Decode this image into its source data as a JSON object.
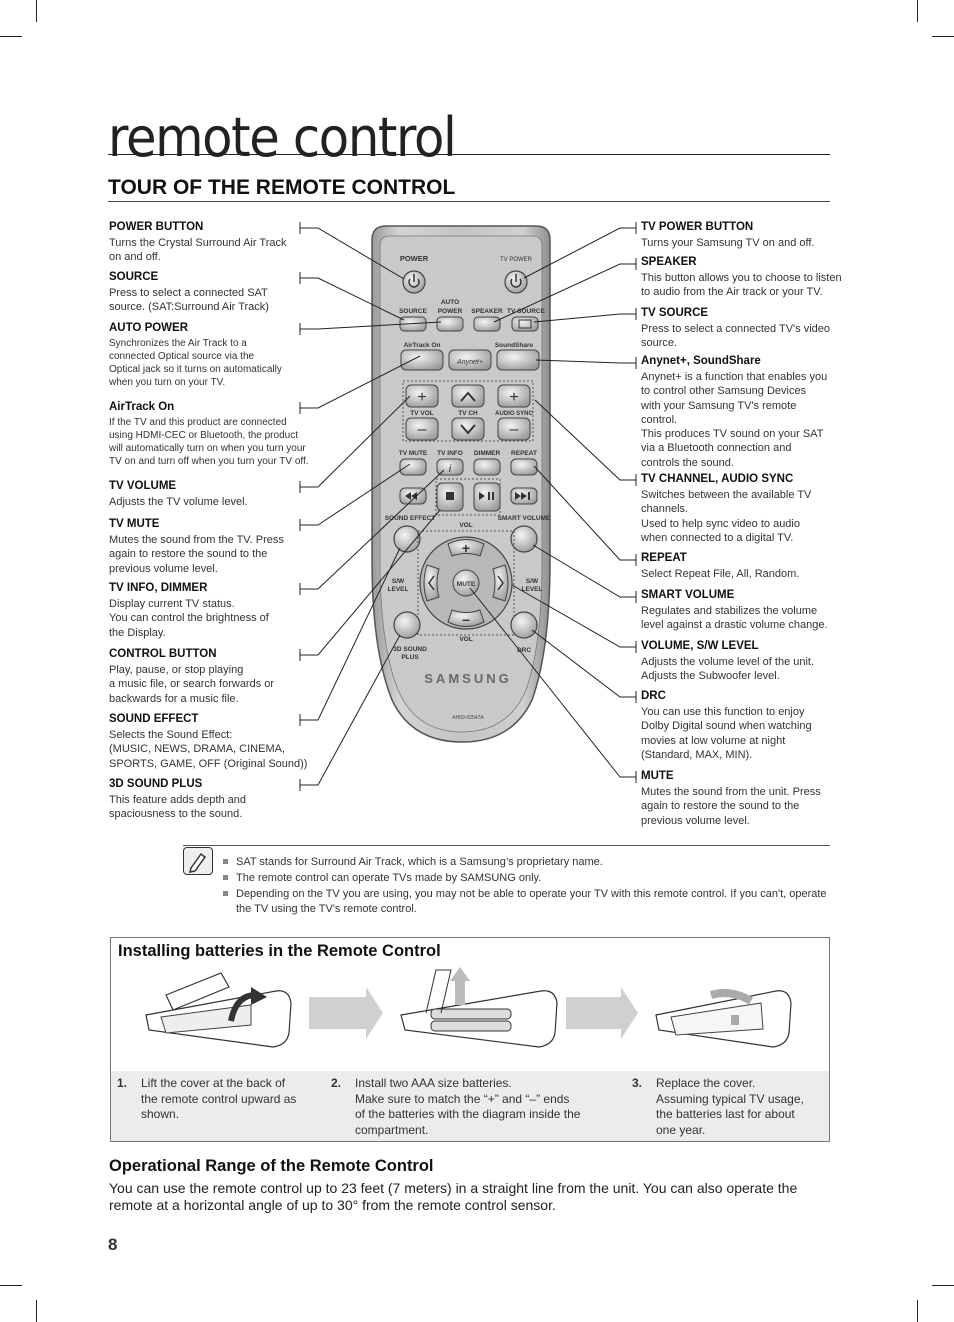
{
  "page": {
    "chapter_title": "remote control",
    "section_title": "TOUR OF THE REMOTE CONTROL",
    "page_number": "8"
  },
  "left_items": [
    {
      "heading": "POWER BUTTON",
      "desc": "Turns the Crystal Surround Air Track\non and off."
    },
    {
      "heading": "SOURCE",
      "desc": "Press to select a connected SAT\nsource. (SAT:Surround Air Track)"
    },
    {
      "heading": "AUTO POWER",
      "desc": "Synchronizes the Air Track to a\nconnected Optical source via the\nOptical jack so it turns on automatically\nwhen you turn on your TV."
    },
    {
      "heading": "AirTrack On",
      "desc": "If the TV and this product are connected\nusing HDMI-CEC or Bluetooth, the product\nwill automatically turn on when you turn your\nTV on and turn off when you turn your TV off."
    },
    {
      "heading": "TV VOLUME",
      "desc": "Adjusts the TV volume level."
    },
    {
      "heading": "TV MUTE",
      "desc": "Mutes the sound from the TV. Press\nagain to restore the sound to the\nprevious volume level."
    },
    {
      "heading": "TV INFO, DIMMER",
      "desc": "Display current TV status.\nYou can control the brightness of\nthe Display."
    },
    {
      "heading": "CONTROL BUTTON",
      "desc": "Play, pause, or stop playing\na music file, or search forwards or\nbackwards for a music file."
    },
    {
      "heading": "SOUND EFFECT",
      "desc": "Selects the Sound Effect:\n(MUSIC, NEWS, DRAMA, CINEMA,\nSPORTS, GAME, OFF (Original Sound))"
    },
    {
      "heading": "3D SOUND PLUS",
      "desc": "This feature adds depth and\nspaciousness to the sound."
    }
  ],
  "right_items": [
    {
      "heading": "TV POWER BUTTON",
      "desc": "Turns your Samsung TV on and off."
    },
    {
      "heading": "SPEAKER",
      "desc": "This button allows you to choose to listen\nto audio from the Air track or your TV."
    },
    {
      "heading": "TV SOURCE",
      "desc": "Press to select a connected TV's video\nsource."
    },
    {
      "heading": "Anynet+, SoundShare",
      "desc": "Anynet+ is a function that enables you\nto control other Samsung Devices\nwith your Samsung TV's remote\ncontrol.\nThis produces TV sound on your SAT\nvia a Bluetooth connection and\ncontrols the sound."
    },
    {
      "heading": "TV CHANNEL, AUDIO SYNC",
      "desc": "Switches between the available TV\nchannels.\nUsed to help sync video to audio\nwhen connected to a digital TV."
    },
    {
      "heading": "REPEAT",
      "desc": "Select Repeat File, All, Random."
    },
    {
      "heading": "SMART VOLUME",
      "desc": "Regulates and stabilizes the volume\nlevel against a drastic volume change."
    },
    {
      "heading": "VOLUME, S/W LEVEL",
      "desc": "Adjusts the volume level of the unit.\nAdjusts the Subwoofer level."
    },
    {
      "heading": "DRC",
      "desc": "You can use this function to enjoy\nDolby Digital sound when watching\nmovies at low volume at night\n(Standard, MAX, MIN)."
    },
    {
      "heading": "MUTE",
      "desc": "Mutes the sound from the unit. Press\nagain to restore the sound to the\nprevious volume level."
    }
  ],
  "remote_labels": {
    "power": "POWER",
    "tv_power": "TV POWER",
    "source": "SOURCE",
    "auto_power": "AUTO\nPOWER",
    "speaker": "SPEAKER",
    "tv_source": "TV SOURCE",
    "airtrack_on": "AirTrack On",
    "soundshare": "SoundShare",
    "anynet": "Anynet+",
    "tv_vol": "TV VOL",
    "tv_ch": "TV CH",
    "audio_sync": "AUDIO SYNC",
    "tv_mute": "TV MUTE",
    "tv_info": "TV INFO",
    "dimmer": "DIMMER",
    "repeat": "REPEAT",
    "sound_effect": "SOUND EFFECT",
    "smart_volume": "SMART VOLUME",
    "vol_top": "VOL",
    "vol_bottom": "VOL",
    "sw_level_left": "S/W\nLEVEL",
    "sw_level_right": "S/W\nLEVEL",
    "mute": "MUTE",
    "sound_3d_plus": "3D SOUND\nPLUS",
    "drc": "DRC",
    "brand": "SAMSUNG",
    "model": "AH59-02547A"
  },
  "notes": [
    "SAT stands for Surround Air Track, which is a Samsung’s proprietary name.",
    "The remote control can operate TVs made by SAMSUNG only.",
    "Depending on the TV you are using, you may not be able to operate your TV with this remote control. If you can't, operate the TV using the TV's remote control."
  ],
  "batteries": {
    "title": "Installing batteries in the Remote Control",
    "steps": [
      {
        "num": "1.",
        "text": "Lift the cover at the back of\nthe remote control upward as\nshown."
      },
      {
        "num": "2.",
        "text": "Install two AAA size batteries.\nMake sure to match the “+” and “–” ends\nof the batteries with the diagram inside the\ncompartment."
      },
      {
        "num": "3.",
        "text": "Replace the cover.\nAssuming typical TV usage,\nthe batteries last for about\none year."
      }
    ]
  },
  "operational": {
    "title": "Operational Range of the Remote Control",
    "text": "You can use the remote control up to 23 feet (7 meters) in a straight line from the unit. You can also operate the remote at a horizontal angle of up to 30° from the remote control sensor."
  }
}
